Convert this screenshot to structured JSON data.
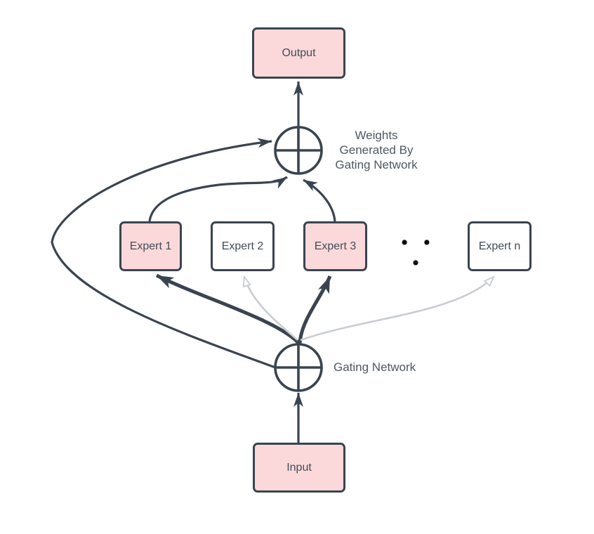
{
  "diagram": {
    "nodes": {
      "output": {
        "label": "Output"
      },
      "input": {
        "label": "Input"
      },
      "expert1": {
        "label": "Expert 1"
      },
      "expert2": {
        "label": "Expert 2"
      },
      "expert3": {
        "label": "Expert 3"
      },
      "expertn": {
        "label": "Expert n"
      }
    },
    "ellipsis": "• • •",
    "labels": {
      "weights_line1": "Weights",
      "weights_line2": "Generated By",
      "weights_line3": "Gating Network",
      "gating": "Gating Network"
    }
  },
  "colors": {
    "dark": "#3a4450",
    "pink_fill": "#fbd9db",
    "white_fill": "#ffffff",
    "gray_arrow": "#c9cdd2",
    "label_text": "#4e5862",
    "node_text": "#414c57",
    "dots": "#0d0d0d"
  }
}
